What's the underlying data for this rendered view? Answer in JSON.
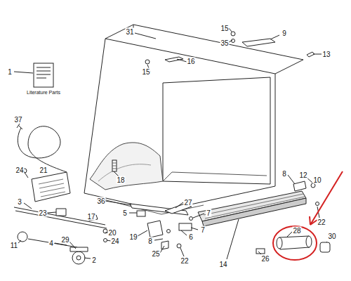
{
  "diagram": {
    "labels": [
      "31",
      "15",
      "35",
      "9",
      "16",
      "15",
      "13",
      "1",
      "Literature Parts",
      "37",
      "18",
      "24",
      "21",
      "8",
      "12",
      "10",
      "36",
      "27",
      "3",
      "23",
      "5",
      "7",
      "22",
      "17",
      "20",
      "19",
      "7",
      "28",
      "30",
      "11",
      "4",
      "29",
      "24",
      "6",
      "8",
      "2",
      "25",
      "22",
      "14",
      "26"
    ]
  }
}
